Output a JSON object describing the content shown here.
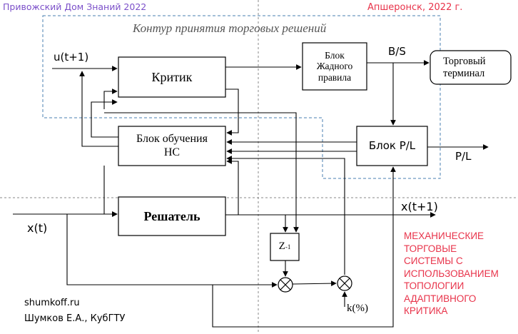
{
  "header": {
    "left": "Привожский Дом Знаний 2022",
    "right": "Апшеронск, 2022 г.",
    "left_color": "#7b4fc9",
    "right_color": "#e8334a"
  },
  "contour_title": "Контур принятия торговых решений",
  "blocks": {
    "critic": "Критик",
    "greedy": "Блок\nЖадного\nправила",
    "terminal": "Торговый\nтерминал",
    "learning": "Блок обучения\nНС",
    "pl_block": "Блок P/L",
    "solver": "Решатель",
    "z_label": "Z",
    "z_exp": "-1"
  },
  "signals": {
    "u": "u(t+1)",
    "bs": "B/S",
    "pl": "P/L",
    "xt1": "x(t+1)",
    "xt": "x(t)",
    "k": "k(%)"
  },
  "caption": {
    "lines": [
      "МЕХАНИЧЕСКИЕ",
      "ТОРГОВЫЕ",
      "СИСТЕМЫ С",
      "ИСПОЛЬЗОВАНИЕМ",
      "ТОПОЛОГИИ",
      "АДАПТИВНОГО",
      "КРИТИКА"
    ],
    "color": "#e8334a"
  },
  "footer": {
    "site": "shumkoff.ru",
    "author": "Шумков Е.А., КубГТУ"
  },
  "colors": {
    "line": "#000000",
    "dashed_contour": "#4a7fb0",
    "grid_dashed": "#8a8a8a"
  }
}
